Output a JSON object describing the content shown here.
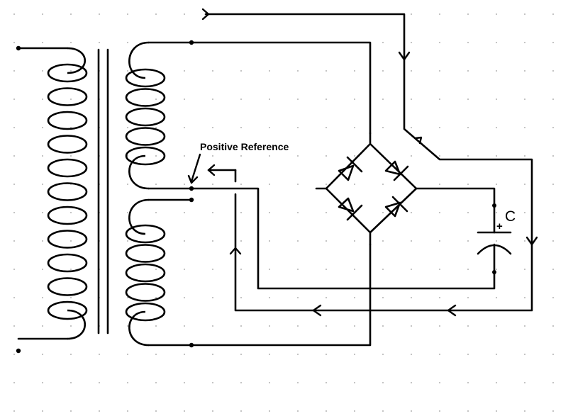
{
  "labels": {
    "positive_reference": "Positive Reference",
    "capacitor": "C",
    "capacitor_polarity": "+"
  },
  "colors": {
    "background": "#ffffff",
    "ink": "#000000",
    "grid_dot": "#9a9a9a"
  },
  "components": {
    "transformer": {
      "primary_turns": 11,
      "secondary_upper_turns": 5,
      "secondary_lower_turns": 5,
      "core": "iron"
    },
    "bridge_rectifier": {
      "diodes": 4
    },
    "capacitor": {
      "polarized": true
    }
  },
  "current_flow_arrows": 9,
  "background_grid": true
}
